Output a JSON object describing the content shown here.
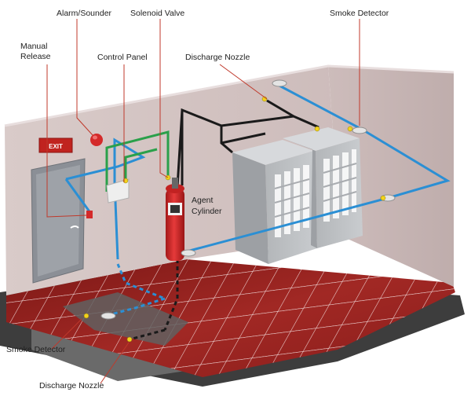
{
  "labels": {
    "alarm": "Alarm/Sounder",
    "solenoid": "Solenoid Valve",
    "smoke_top": "Smoke Detector",
    "manual_1": "Manual",
    "manual_2": "Release",
    "control_panel": "Control Panel",
    "discharge_top": "Discharge Nozzle",
    "agent_1": "Agent",
    "agent_2": "Cylinder",
    "smoke_bottom": "Smoke Detector",
    "discharge_bottom": "Discharge Nozzle"
  },
  "exit_sign": "EXIT",
  "colors": {
    "wall": "#d8c9c7",
    "wall_dark": "#b9a9a8",
    "floor": "#8e1f1c",
    "blue_wire": "#2b8fd4",
    "green_wire": "#2aa04a",
    "black_pipe": "#1a1a1a",
    "cylinder": "#d32a2a",
    "leader_line": "#c0392b"
  }
}
